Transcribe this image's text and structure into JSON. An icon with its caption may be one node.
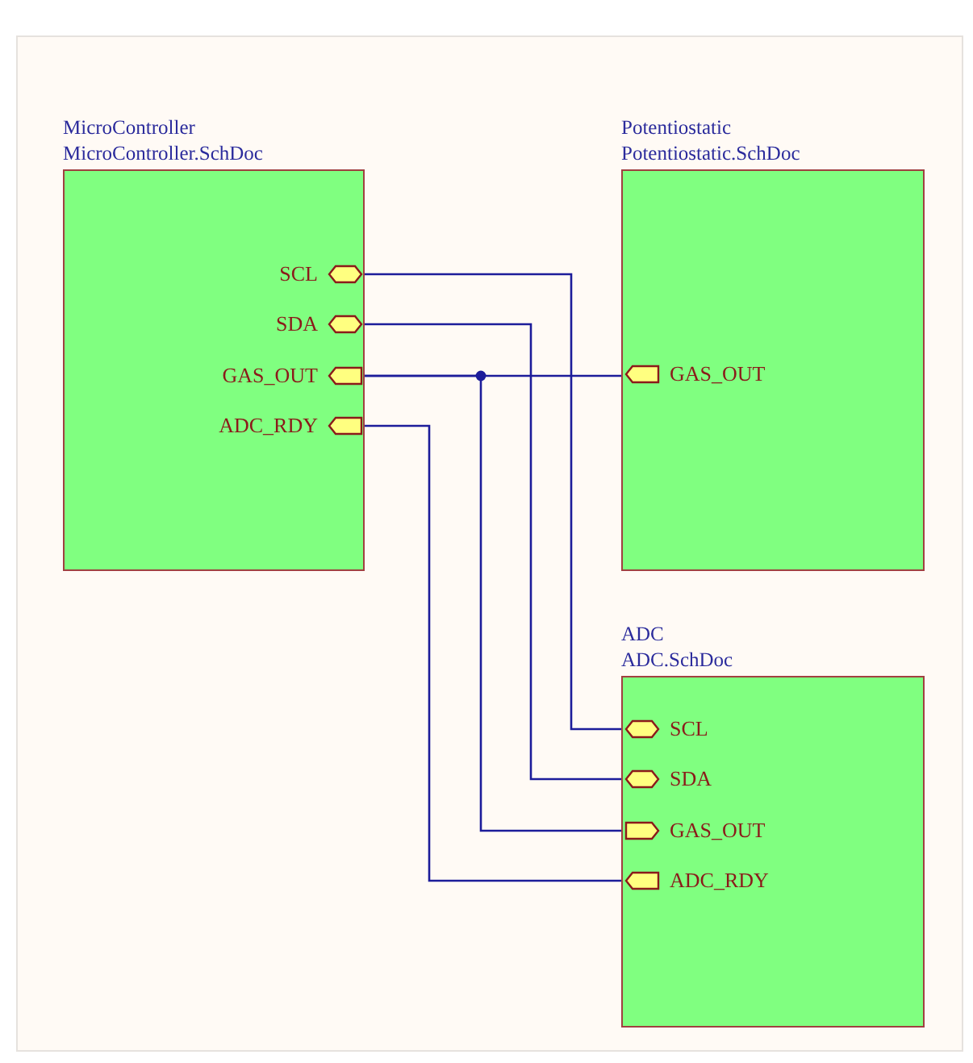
{
  "diagram": {
    "nodes": [
      {
        "text": [
          "MicroController",
          "MicroController.SchDoc"
        ]
      },
      {
        "text": [
          "SCL"
        ],
        "in": 0
      },
      {
        "text": [
          "SDA"
        ],
        "in": 0
      },
      {
        "text": [
          "GAS_OUT"
        ],
        "in": 0
      },
      {
        "text": [
          "ADC_RDY"
        ],
        "in": 0
      },
      {
        "text": [
          "Potentiostatic",
          "Potentiostatic.SchDoc"
        ]
      },
      {
        "text": [
          "GAS_OUT"
        ],
        "in": 5
      },
      {
        "text": [
          "ADC",
          "ADC.SchDoc"
        ]
      },
      {
        "text": [
          "SCL"
        ],
        "in": 7
      },
      {
        "text": [
          "SDA"
        ],
        "in": 7
      },
      {
        "text": [
          "GAS_OUT"
        ],
        "in": 7
      },
      {
        "text": [
          "ADC_RDY"
        ],
        "in": 7
      }
    ],
    "edges": [
      {
        "from": 1,
        "to": 8,
        "arrow": "none"
      },
      {
        "from": 2,
        "to": 9,
        "arrow": "none"
      },
      {
        "from": 3,
        "to": 6,
        "arrow": "none"
      },
      {
        "from": 3,
        "to": 10,
        "arrow": "none"
      },
      {
        "from": 4,
        "to": 11,
        "arrow": "none"
      }
    ]
  }
}
